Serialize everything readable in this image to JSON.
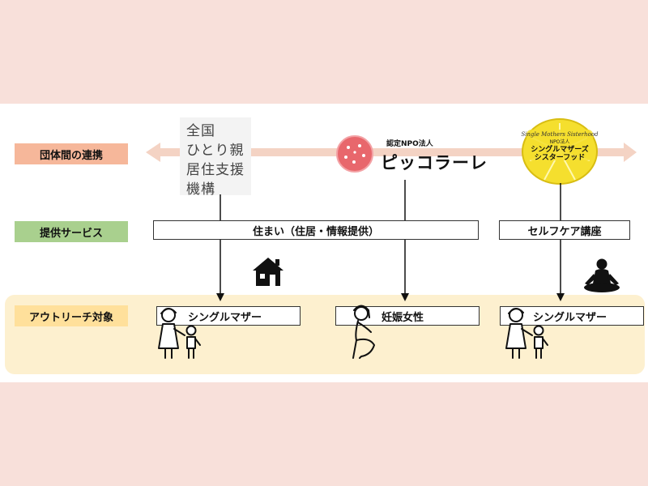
{
  "rows": {
    "collaboration": "団体間の連携",
    "services": "提供サービス",
    "outreach": "アウトリーチ対象"
  },
  "organizations": {
    "zenkoku_lines": [
      "全国",
      "ひとり親",
      "居住支援",
      "機構"
    ],
    "pikko_caption": "認定NPO法人",
    "pikko_name": "ピッコラーレ",
    "single_mothers_logo": {
      "script_text": "Single Mothers Sisterhood",
      "npo": "NPO法人",
      "name_line1": "シングルマザーズ",
      "name_line2": "シスターフッド"
    }
  },
  "services": {
    "housing": "住まい（住居・情報提供）",
    "selfcare": "セルフケア講座"
  },
  "targets": {
    "single_mother_1": "シングルマザー",
    "pregnant_women": "妊娠女性",
    "single_mother_2": "シングルマザー"
  },
  "icons": [
    "double-arrow-icon",
    "house-icon",
    "meditation-icon",
    "mother-child-icon",
    "pregnant-woman-icon",
    "watermelon-logo-icon",
    "lemon-logo-icon"
  ],
  "colors": {
    "background": "#f8e0da",
    "collab_label": "#f6b79a",
    "service_label": "#a9d08e",
    "outreach_label": "#ffe09b",
    "outreach_band": "#fdf0cf",
    "arrow": "#f4d3c4"
  }
}
